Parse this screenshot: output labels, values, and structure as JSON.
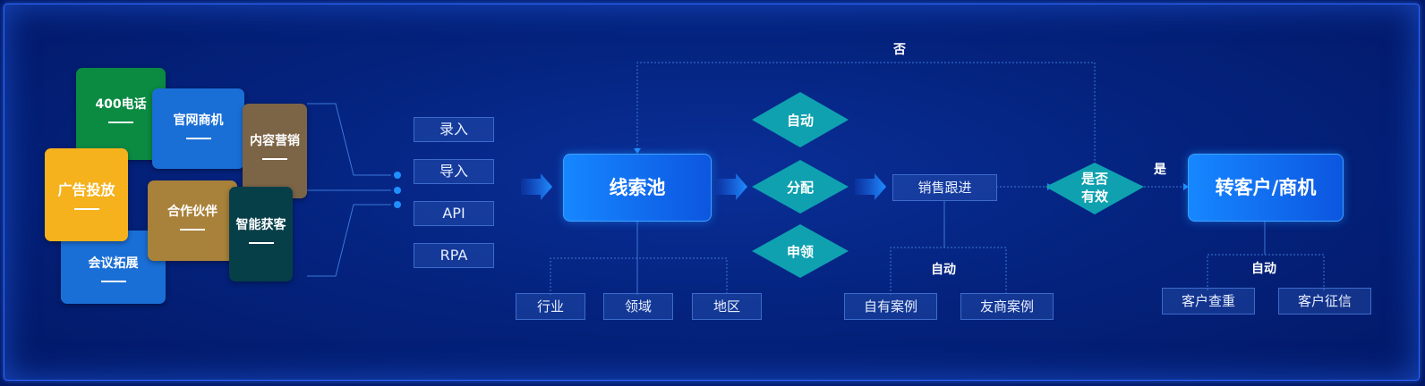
{
  "sources": [
    {
      "id": "phone",
      "label": "400电话",
      "color": "#0b8a42"
    },
    {
      "id": "website",
      "label": "官网商机",
      "color": "#1a6fd6"
    },
    {
      "id": "content",
      "label": "内容营销",
      "color": "#7c6446"
    },
    {
      "id": "ads",
      "label": "广告投放",
      "color": "#f5b21d"
    },
    {
      "id": "partner",
      "label": "合作伙伴",
      "color": "#a8813a"
    },
    {
      "id": "smart",
      "label": "智能获客",
      "color": "#073f49"
    },
    {
      "id": "meeting",
      "label": "会议拓展",
      "color": "#1a6fd6"
    }
  ],
  "channels": [
    "录入",
    "导入",
    "API",
    "RPA"
  ],
  "lead_pool": {
    "label": "线索池",
    "attributes": [
      "行业",
      "领域",
      "地区"
    ]
  },
  "assign_methods": [
    "自动",
    "分配",
    "申领"
  ],
  "sales": {
    "label": "销售跟进",
    "auto_label": "自动",
    "cases": [
      "自有案例",
      "友商案例"
    ]
  },
  "decision": {
    "line1": "是否",
    "line2": "有效",
    "no_label": "否",
    "yes_label": "是"
  },
  "convert": {
    "label": "转客户/商机",
    "auto_label": "自动",
    "checks": [
      "客户查重",
      "客户征信"
    ]
  },
  "colors": {
    "diamond": "#0fa1b0",
    "accent": "#1687ff",
    "line": "#3a78d8"
  }
}
